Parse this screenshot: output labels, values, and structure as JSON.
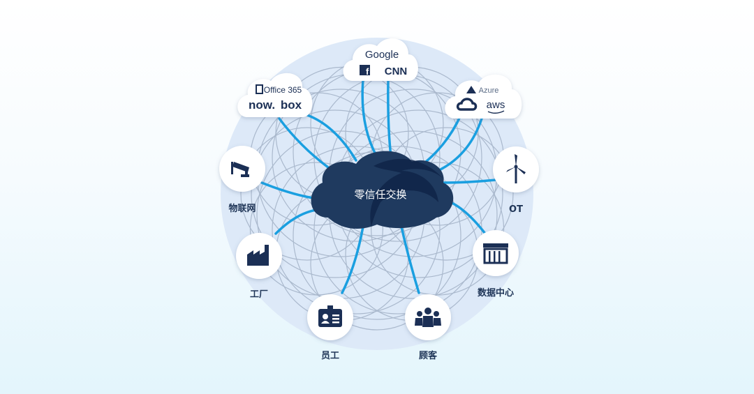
{
  "center": {
    "label": "零信任交换"
  },
  "clouds": [
    {
      "id": "consumer",
      "brands": [
        "Google",
        "f",
        "CNN"
      ]
    },
    {
      "id": "saas",
      "brands": [
        "Office 365",
        "now.",
        "box"
      ]
    },
    {
      "id": "iaas",
      "brands": [
        "Azure",
        "aws"
      ]
    }
  ],
  "nodes": [
    {
      "id": "iot",
      "label": "物联网",
      "icon": "camera-icon"
    },
    {
      "id": "factory",
      "label": "工厂",
      "icon": "factory-icon"
    },
    {
      "id": "employee",
      "label": "员工",
      "icon": "id-badge-icon"
    },
    {
      "id": "customer",
      "label": "顾客",
      "icon": "people-icon"
    },
    {
      "id": "datacenter",
      "label": "数据中心",
      "icon": "datacenter-icon"
    },
    {
      "id": "ot",
      "label": "OT",
      "icon": "wind-turbine-icon"
    }
  ],
  "colors": {
    "navy": "#1f3a5f",
    "link": "#1a9fe0",
    "halo": "#dde9f8"
  }
}
